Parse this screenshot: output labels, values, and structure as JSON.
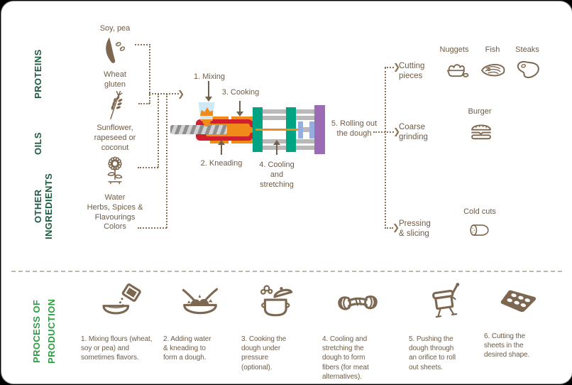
{
  "icons": {
    "chevron_right": "❯"
  },
  "sections": {
    "proteins_label": "PROTEINS",
    "oils_label": "OILS",
    "other_label": "OTHER INGREDIENTS",
    "process_label": "PROCESS OF\nPRODUCTION"
  },
  "ingredients": {
    "soy": "Soy, pea",
    "wheat": "Wheat\ngluten",
    "oils": "Sunflower,\nrapeseed or\ncoconut",
    "other": "Water\nHerbs, Spices &\nFlavourings\nColors"
  },
  "machine": {
    "step1": "1. Mixing",
    "step2": "2. Kneading",
    "step3": "3. Cooking",
    "step4": "4. Cooling\nand\nstretching",
    "step5": "5. Rolling out\nthe dough",
    "colors": {
      "barrel_red": "#d02030",
      "dough_orange": "#f08a18",
      "cooling_green": "#00a382",
      "rail_gray": "#b9b9b9",
      "roller_purple": "#9b6cb3",
      "hopper_blue": "#cfe9f6",
      "guide_blue": "#96aedd"
    }
  },
  "outputs": {
    "cutting_label": "Cutting\npieces",
    "grinding_label": "Coarse\ngrinding",
    "pressing_label": "Pressing\n& slicing",
    "products": {
      "nuggets": "Nuggets",
      "fish": "Fish",
      "steaks": "Steaks",
      "burger": "Burger",
      "cold_cuts": "Cold cuts"
    }
  },
  "process_steps": [
    {
      "text": "1. Mixing flours (wheat,\nsoy or pea) and\nsometimes flavors."
    },
    {
      "text": "2. Adding water\n& kneading to\nform a dough."
    },
    {
      "text": "3. Cooking the\ndough under\npressure\n(optional)."
    },
    {
      "text": "4. Cooling and\nstretching the\ndough to form\nfibers (for meat\nalternatives)."
    },
    {
      "text": "5. Pushing the\ndough through\nan orifice to roll\nout sheets."
    },
    {
      "text": "6. Cutting the\nsheets in the\ndesired shape."
    }
  ],
  "colors": {
    "text_brown": "#6f5b46",
    "icon_brown": "#7d6750",
    "connector_brown": "#8a7054",
    "green_dark": "#1d5b40",
    "green_bright": "#2f9e43"
  }
}
